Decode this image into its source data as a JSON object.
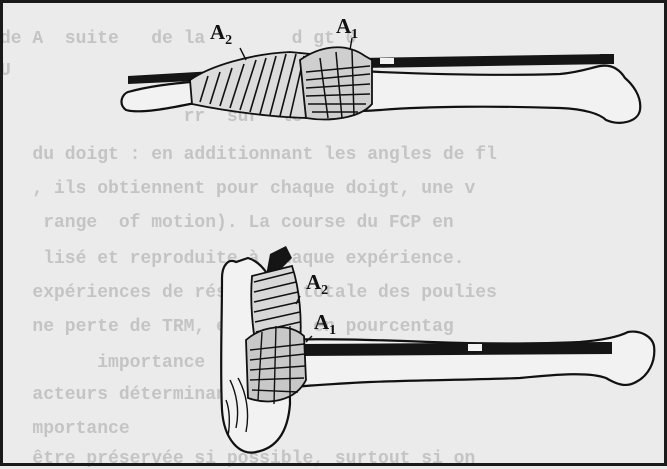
{
  "background_text": [
    "de A  suite   de la        d gt 0",
    "U",
    "                 rr  sur  le",
    "   du doigt : en additionnant les angles de fl",
    "   , ils obtiennent pour chaque doigt, une v",
    "    range  of motion). La course du FCP en",
    "    lisé et reproduite à chaque expérience.",
    "   expériences de résection totale des poulies",
    "   ne perte de TRM, exprimée en pourcentag",
    "         importance                  d",
    "   acteurs déterminant",
    "   mportance",
    "   être préservée si possible, surtout si on"
  ],
  "figure_top": {
    "label_a2": {
      "letter": "A",
      "sub": "2"
    },
    "label_a1": {
      "letter": "A",
      "sub": "1"
    }
  },
  "figure_bottom": {
    "label_a2": {
      "letter": "A",
      "sub": "2"
    },
    "label_a1": {
      "letter": "A",
      "sub": "1"
    }
  },
  "colors": {
    "ink": "#111111",
    "paper": "#ebebeb",
    "ghost": "#c4c4c4"
  }
}
